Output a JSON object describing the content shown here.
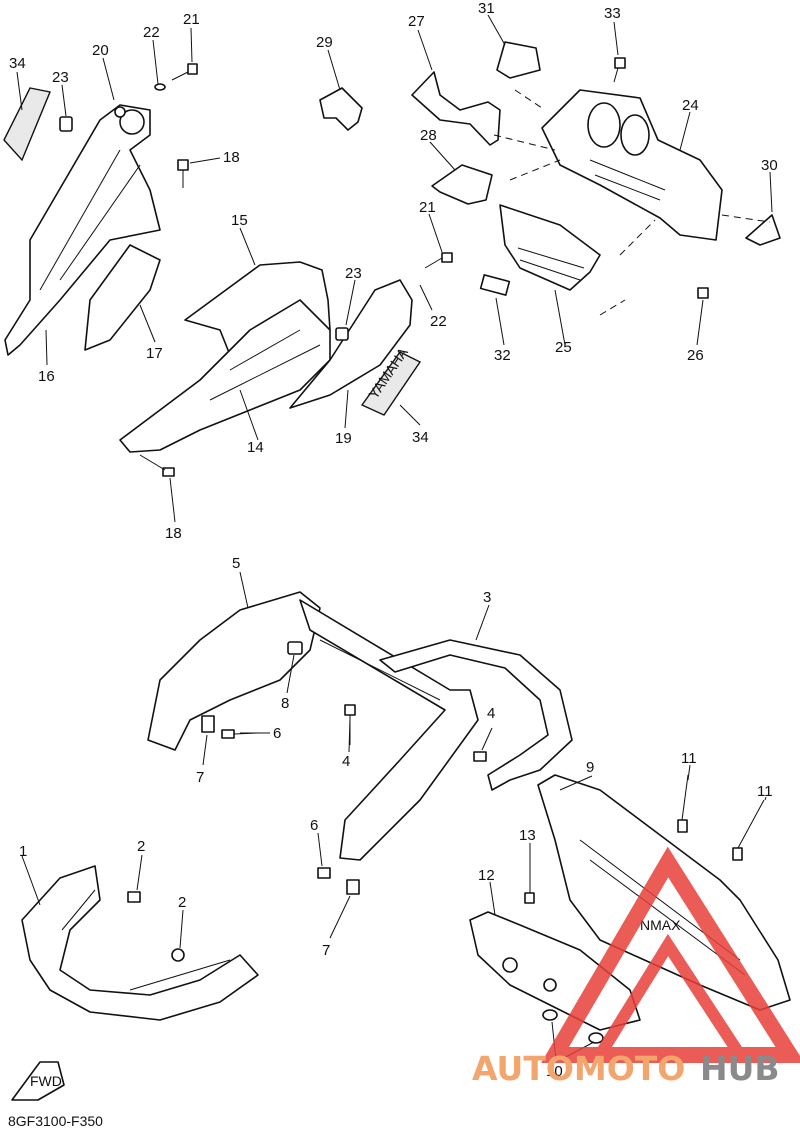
{
  "diagram_code": "8GF3100-F350",
  "fwd_label": "FWD",
  "decal_text": "YAMAHA",
  "panel_text": "NMAX",
  "watermark": {
    "part1": "AUTOMOTO",
    "part2": "HUB",
    "accent_color": "#e8403a",
    "secondary_color": "#8a8a8a"
  },
  "callouts": {
    "c1": "1",
    "c2a": "2",
    "c2b": "2",
    "c3": "3",
    "c4a": "4",
    "c4b": "4",
    "c5": "5",
    "c6a": "6",
    "c6b": "6",
    "c7a": "7",
    "c7b": "7",
    "c8": "8",
    "c9": "9",
    "c10": "10",
    "c11a": "11",
    "c11b": "11",
    "c12": "12",
    "c13": "13",
    "c14": "14",
    "c15": "15",
    "c16": "16",
    "c17": "17",
    "c18a": "18",
    "c18b": "18",
    "c19": "19",
    "c20": "20",
    "c21a": "21",
    "c21b": "21",
    "c22a": "22",
    "c22b": "22",
    "c23a": "23",
    "c23b": "23",
    "c24": "24",
    "c25": "25",
    "c26": "26",
    "c27": "27",
    "c28": "28",
    "c29": "29",
    "c30": "30",
    "c31": "31",
    "c32": "32",
    "c33": "33",
    "c34a": "34",
    "c34b": "34"
  }
}
